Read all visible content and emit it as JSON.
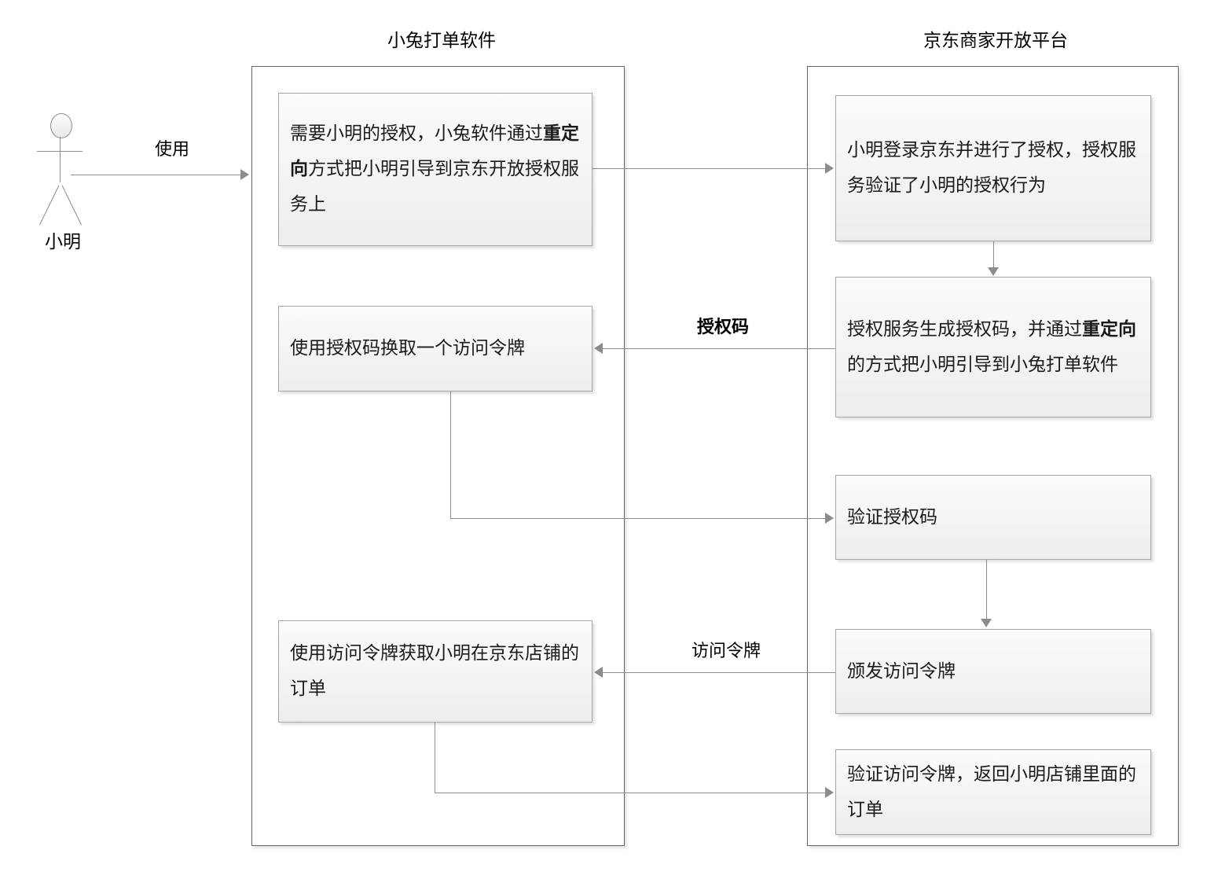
{
  "diagram": {
    "title_left": "小兔打单软件",
    "title_right": "京东商家开放平台",
    "actor": {
      "name": "小明",
      "icon": "stick-figure-actor-icon"
    },
    "edges": {
      "use": "使用",
      "auth_code": "授权码",
      "access_token": "访问令牌"
    },
    "left_lane": {
      "title": "小兔打单软件",
      "nodes": [
        {
          "id": "need-authorization",
          "text_pre": "需要小明的授权，小兔软件通过",
          "text_bold": "重定向",
          "text_post": "方式把小明引导到京东开放授权服务上"
        },
        {
          "id": "exchange-token",
          "text": "使用授权码换取一个访问令牌"
        },
        {
          "id": "fetch-orders",
          "text": "使用访问令牌获取小明在京东店铺的订单"
        }
      ]
    },
    "right_lane": {
      "title": "京东商家开放平台",
      "nodes": [
        {
          "id": "user-login-authorize",
          "text": "小明登录京东并进行了授权，授权服务验证了小明的授权行为"
        },
        {
          "id": "generate-auth-code",
          "text_pre": "授权服务生成授权码，并通过",
          "text_bold": "重定向",
          "text_post": "的方式把小明引导到小兔打单软件"
        },
        {
          "id": "verify-auth-code",
          "text": "验证授权码"
        },
        {
          "id": "issue-access-token",
          "text": "颁发访问令牌"
        },
        {
          "id": "verify-token-return-orders",
          "text": "验证访问令牌，返回小明店铺里面的订单"
        }
      ]
    },
    "colors": {
      "node_border": "#a6a6a6",
      "lane_border": "#666666",
      "connector": "#8c8c8c",
      "text": "#1a1a1a",
      "background": "#ffffff"
    }
  }
}
